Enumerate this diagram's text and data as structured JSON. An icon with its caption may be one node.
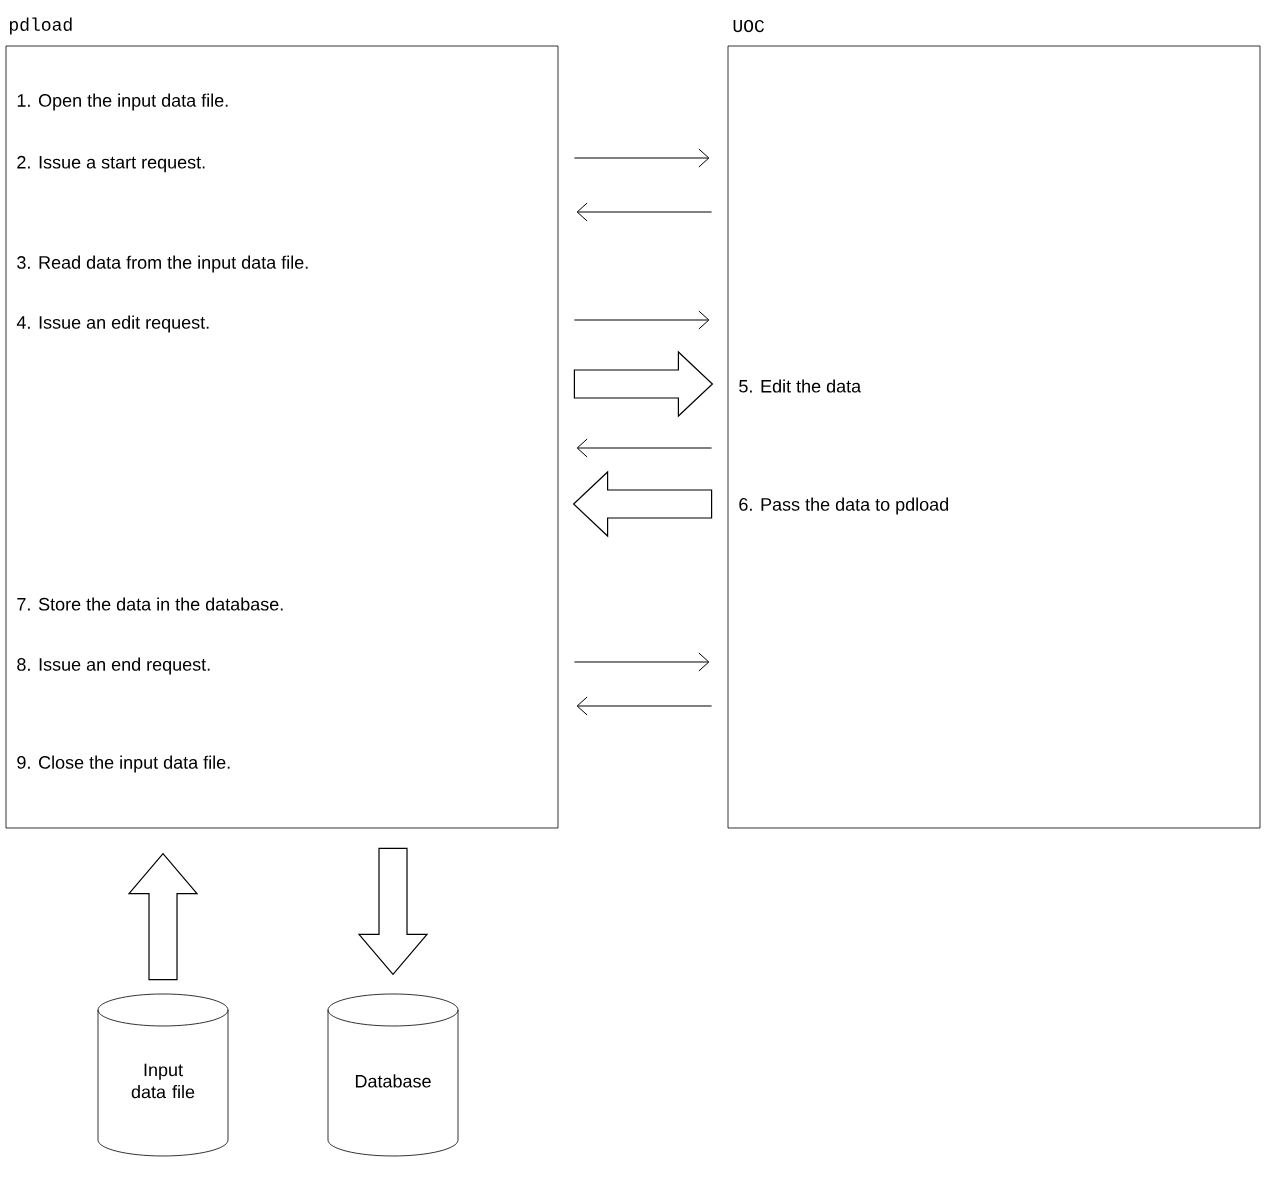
{
  "diagram": {
    "nodes": [
      {
        "text": [
          "pdload",
          "1. Open the input data file.",
          "2. Issue a start request.",
          "3. Read data from the input data file.",
          "4. Issue an edit request.",
          "7. Store the data in the database.",
          "8. Issue an end request.",
          "9. Close the input data file."
        ]
      },
      {
        "text": [
          "UOC",
          "5. Edit the data",
          "6. Pass the data to pdload"
        ]
      },
      {
        "text": [
          "Input data file"
        ]
      },
      {
        "text": [
          "Database"
        ]
      }
    ],
    "edges": [
      {
        "from": 0,
        "to": 1,
        "arrow": "to"
      },
      {
        "from": 1,
        "to": 0,
        "arrow": "to"
      },
      {
        "from": 0,
        "to": 1,
        "arrow": "to"
      },
      {
        "from": 0,
        "to": 1,
        "arrow": "to",
        "style": "thick"
      },
      {
        "from": 1,
        "to": 0,
        "arrow": "to"
      },
      {
        "from": 1,
        "to": 0,
        "arrow": "to",
        "style": "thick"
      },
      {
        "from": 0,
        "to": 1,
        "arrow": "to"
      },
      {
        "from": 1,
        "to": 0,
        "arrow": "to"
      },
      {
        "from": 2,
        "to": 0,
        "arrow": "to",
        "style": "thick"
      },
      {
        "from": 0,
        "to": 3,
        "arrow": "to",
        "style": "thick"
      }
    ]
  }
}
